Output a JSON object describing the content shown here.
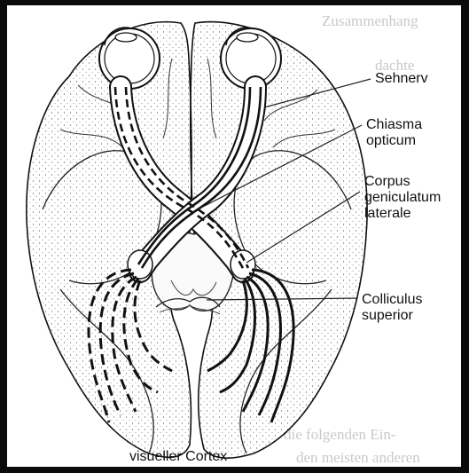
{
  "labels": {
    "sehnerv": "Sehnerv",
    "chiasma_1": "Chiasma",
    "chiasma_2": "opticum",
    "corpus_1": "Corpus",
    "corpus_2": "geniculatum",
    "corpus_3": "laterale",
    "colliculus_1": "Colliculus",
    "colliculus_2": "superior",
    "cortex": "visueller Cortex"
  },
  "show_through_text": {
    "top_1": "Zusammenhang",
    "top_2": "dachte",
    "bottom_1": "die folgenden Ein-",
    "bottom_2": "den meisten anderen"
  },
  "colors": {
    "frame": "#0b0b0b",
    "ink": "#111111",
    "show_through": "#c9c9c9"
  }
}
